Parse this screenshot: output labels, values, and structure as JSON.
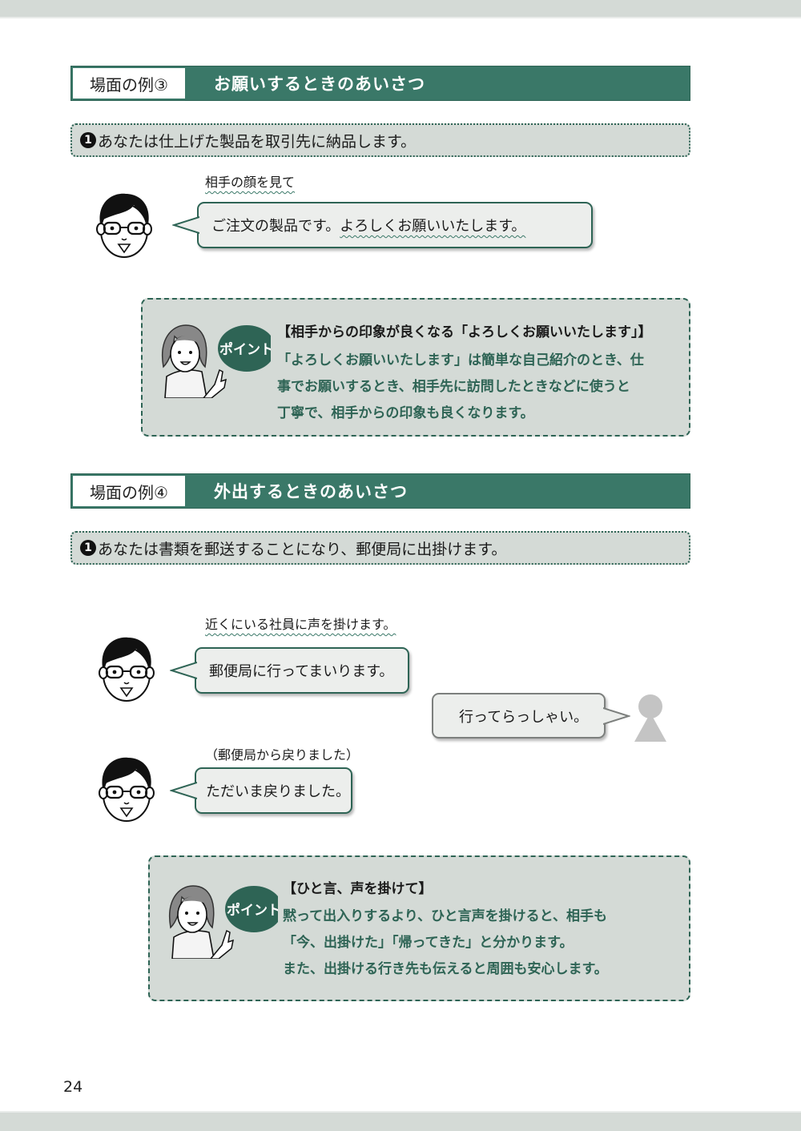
{
  "page": {
    "number": "24",
    "colors": {
      "accent_green": "#3a7868",
      "dark_green": "#2e6455",
      "panel_grey": "#d4dad6",
      "bubble_fill": "#eceeec"
    }
  },
  "sections": [
    {
      "label": "場面の例③",
      "title": "お願いするときのあいさつ",
      "scenario": {
        "marker": "1",
        "text": "あなたは仕上げた製品を取引先に納品します。"
      },
      "dialogue": [
        {
          "speaker": "male-employee",
          "caption": "相手の顔を見て",
          "speech_plain": "ご注文の製品です。",
          "speech_emphasis": "よろしくお願いいたします。"
        }
      ],
      "point": {
        "badge": "ポイント",
        "heading": "【相手からの印象が良くなる「よろしくお願いいたします」】",
        "lines": [
          "「よろしくお願いいたします」は簡単な自己紹介のとき、仕",
          "事でお願いするとき、相手先に訪問したときなどに使うと",
          "丁寧で、相手からの印象も良くなります。"
        ]
      }
    },
    {
      "label": "場面の例④",
      "title": "外出するときのあいさつ",
      "scenario": {
        "marker": "1",
        "text": "あなたは書類を郵送することになり、郵便局に出掛けます。"
      },
      "dialogue": [
        {
          "speaker": "male-employee",
          "caption": "近くにいる社員に声を掛けます。",
          "speech": "郵便局に行ってまいります。"
        },
        {
          "speaker": "coworker-silhouette",
          "speech": "行ってらっしゃい。"
        },
        {
          "speaker": "male-employee",
          "caption": "（郵便局から戻りました）",
          "speech": "ただいま戻りました。"
        }
      ],
      "point": {
        "badge": "ポイント",
        "heading": "【ひと言、声を掛けて】",
        "lines": [
          "黙って出入りするより、ひと言声を掛けると、相手も",
          "「今、出掛けた」「帰ってきた」と分かります。",
          "また、出掛ける行き先も伝えると周囲も安心します。"
        ]
      }
    }
  ]
}
